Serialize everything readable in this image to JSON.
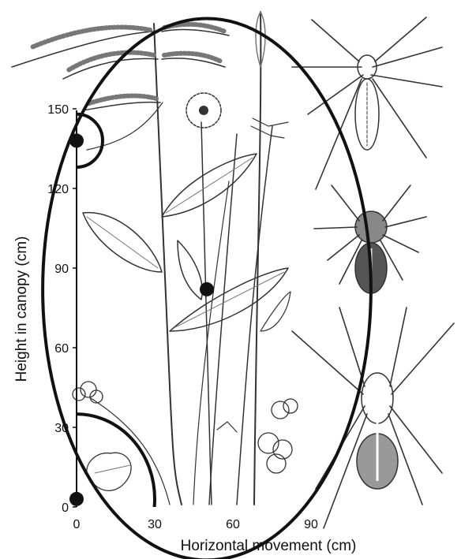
{
  "chart_data": {
    "type": "scatter",
    "title": "",
    "xlabel": "Horizontal movement (cm)",
    "ylabel": "Height in canopy (cm)",
    "xlim": [
      0,
      150
    ],
    "ylim": [
      0,
      150
    ],
    "x_ticks": [
      0,
      30,
      60,
      90
    ],
    "y_ticks": [
      0,
      30,
      60,
      90,
      120,
      150
    ],
    "grid": false,
    "series": [
      {
        "points": [
          {
            "x": 0,
            "y": 138,
            "rx": 10,
            "ry": 10
          },
          {
            "x": 50,
            "y": 82,
            "rx": 63,
            "ry": 102
          },
          {
            "x": 0,
            "y": 3,
            "rx": 30,
            "ry": 32
          }
        ]
      }
    ],
    "illustration": [
      "grass-and-wildflower-drawing",
      "three-spider-drawings"
    ],
    "colors": {
      "ink": "#111111",
      "sketch": "#555555"
    }
  }
}
